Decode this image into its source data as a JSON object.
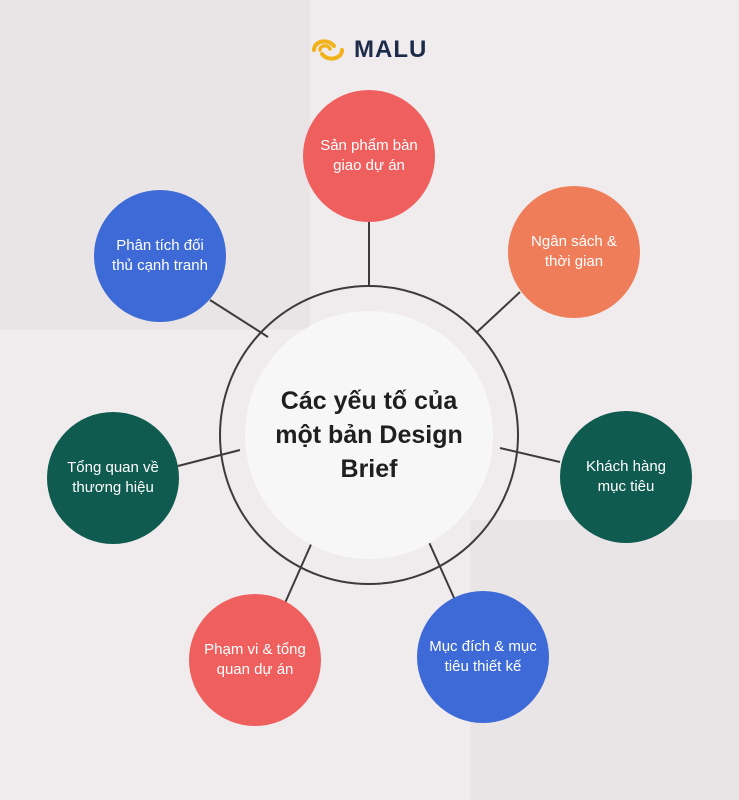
{
  "brand": {
    "name": "MALU",
    "mark_color": "#f2b21c",
    "text_color": "#1c2b4a"
  },
  "center": {
    "title": "Các yếu tố của một bản Design Brief"
  },
  "nodes": [
    {
      "label": "Sản phẩm bàn giao dự án",
      "color": "#ef5f5e"
    },
    {
      "label": "Ngân sách & thời gian",
      "color": "#ef7d5a"
    },
    {
      "label": "Khách hàng mục tiêu",
      "color": "#0f5b4f"
    },
    {
      "label": "Mục đích & mục tiêu thiết kế",
      "color": "#3d6ad6"
    },
    {
      "label": "Phạm vi & tổng quan dự án",
      "color": "#ef5f5e"
    },
    {
      "label": "Tổng quan về thương hiệu",
      "color": "#0f5b4f"
    },
    {
      "label": "Phân tích đối thủ cạnh tranh",
      "color": "#3d6ad6"
    }
  ]
}
